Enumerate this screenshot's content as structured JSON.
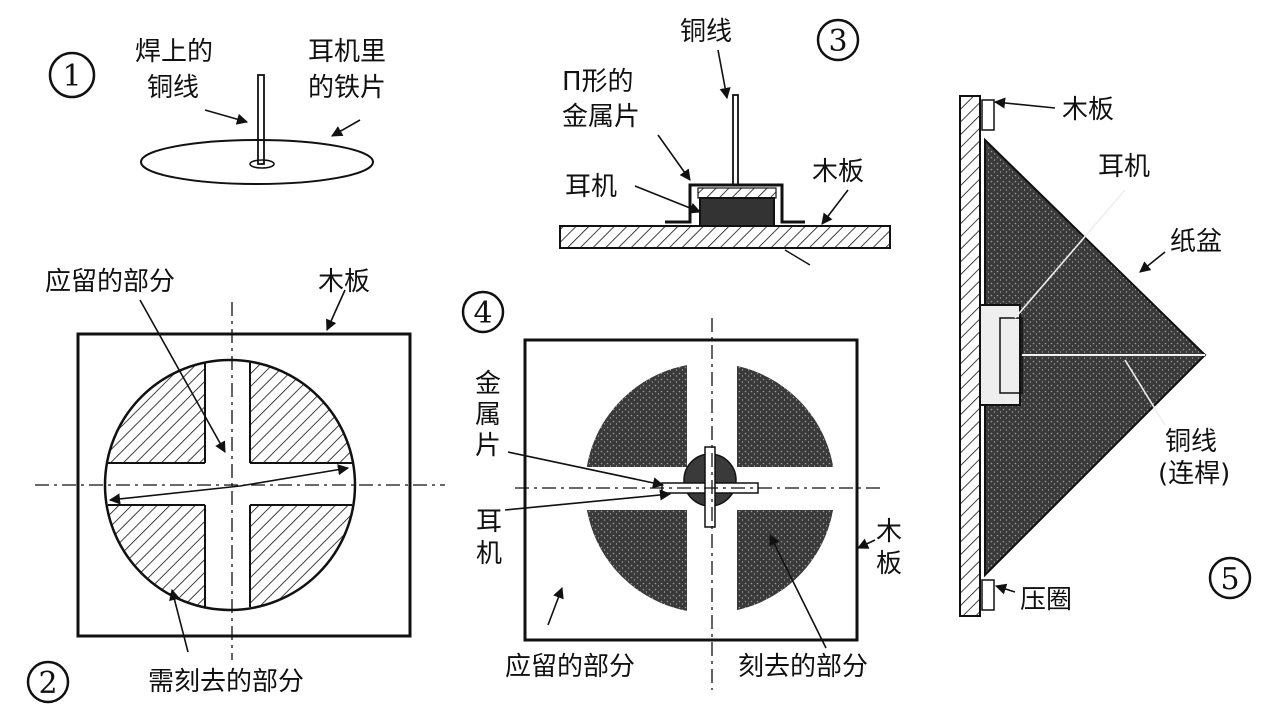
{
  "figures": {
    "fig1": {
      "number": "1",
      "label_wire": [
        "焊上的",
        "铜线"
      ],
      "label_iron": [
        "耳机里",
        "的铁片"
      ]
    },
    "fig2": {
      "number": "2",
      "label_keep": "应留的部分",
      "label_board": "木板",
      "label_cut": "需刻去的部分"
    },
    "fig3": {
      "number": "3",
      "label_wire": "铜线",
      "label_metal": [
        "П形的",
        "金属片"
      ],
      "label_earphone": "耳机",
      "label_board": "木板"
    },
    "fig4": {
      "number": "4",
      "label_metal": [
        "金",
        "属",
        "片"
      ],
      "label_earphone": [
        "耳",
        "机"
      ],
      "label_board": [
        "木",
        "板"
      ],
      "label_keep": "应留的部分",
      "label_cut": "刻去的部分"
    },
    "fig5": {
      "number": "5",
      "label_board": "木板",
      "label_earphone": "耳机",
      "label_cone": "纸盆",
      "label_wire": [
        "铜线",
        "(连桿)"
      ],
      "label_ring": "压圈"
    }
  },
  "colors": {
    "ink": "#111111",
    "paper": "#ffffff",
    "fill_dark": "#3a3a3a"
  }
}
